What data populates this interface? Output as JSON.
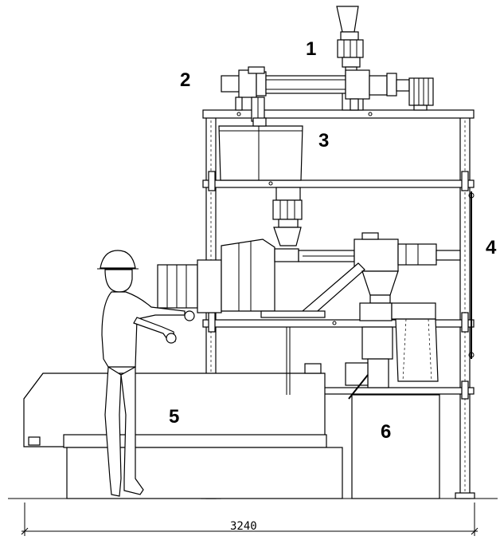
{
  "labels": {
    "l1": "1",
    "l2": "2",
    "l3": "3",
    "l4": "4",
    "l5": "5",
    "l6": "6"
  },
  "dimension": {
    "width_label": "3240"
  }
}
